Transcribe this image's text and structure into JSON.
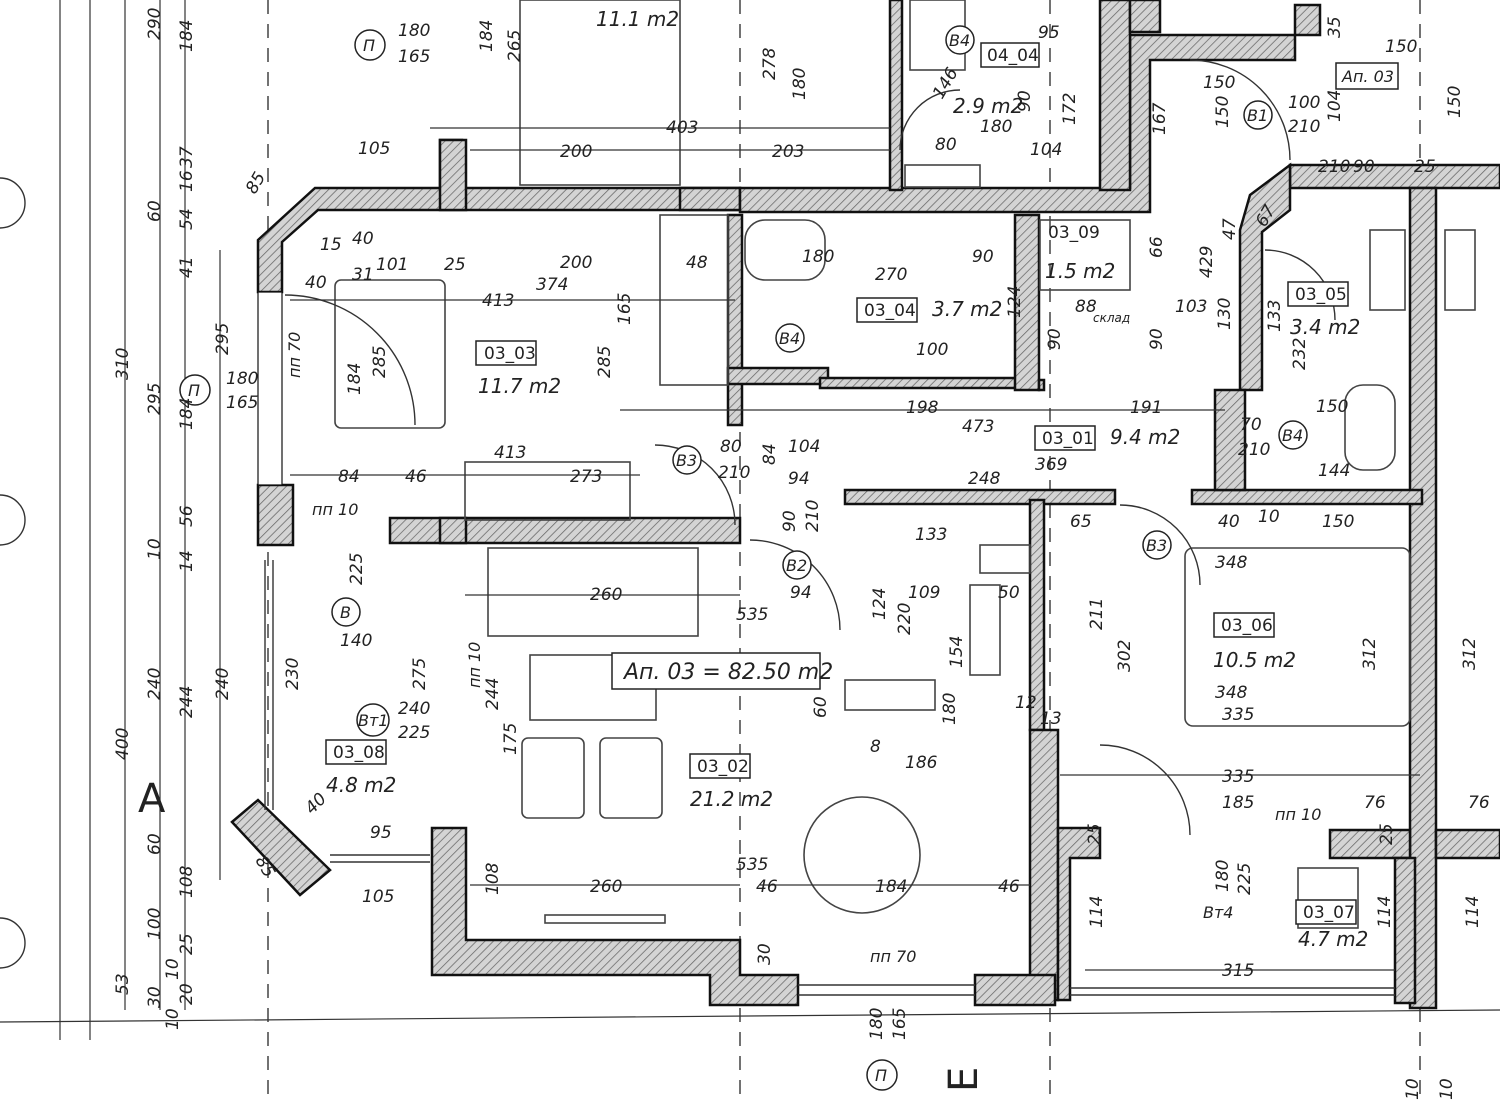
{
  "apartment_label": "Ап. 03 = 82.50 m2",
  "apartment_tag": "Ап. 03",
  "axis_labels": {
    "a": "A",
    "e": "Е"
  },
  "rooms": [
    {
      "id": "03_01",
      "area": "9.4 m2"
    },
    {
      "id": "03_02",
      "area": "21.2 m2"
    },
    {
      "id": "03_03",
      "area": "11.7 m2"
    },
    {
      "id": "03_04",
      "area": "3.7 m2"
    },
    {
      "id": "03_05",
      "area": "3.4 m2"
    },
    {
      "id": "03_06",
      "area": "10.5 m2"
    },
    {
      "id": "03_07",
      "area": "4.7 m2"
    },
    {
      "id": "03_08",
      "area": "4.8 m2"
    },
    {
      "id": "04_04",
      "area": "2.9 m2"
    },
    {
      "id": "03_09",
      "area": "1.5 m2"
    },
    {
      "id": "",
      "area": "11.1 m2"
    }
  ],
  "door_tags": {
    "b1": "B1",
    "b2": "B2",
    "b3a": "B3",
    "b3b": "B3",
    "b4a": "B4",
    "b4b": "B4",
    "b4c": "B4",
    "b": "B",
    "p1": "П",
    "p2": "П",
    "p3": "П",
    "bt1": "Вт1",
    "bt4": "Вт4"
  },
  "dims": {
    "d1": "290",
    "d2": "184",
    "d3": "60",
    "d4": "37",
    "d5": "16",
    "d6": "54",
    "d7": "41",
    "d8": "310",
    "d9": "295",
    "d10": "295",
    "d11": "184",
    "d12": "56",
    "d13": "10",
    "d14": "14",
    "d15": "400",
    "d16": "240",
    "d17": "244",
    "d18": "240",
    "d19": "60",
    "d20": "108",
    "d21": "100",
    "d22": "10",
    "d23": "25",
    "d24": "53",
    "d25": "30",
    "d26": "20",
    "d27": "10",
    "d28": "105",
    "d29": "105",
    "d30": "85",
    "d31": "85",
    "d32": "180",
    "d33": "165",
    "d34": "180",
    "d35": "165",
    "d36": "200",
    "d37": "403",
    "d38": "203",
    "d39": "200",
    "d40": "374",
    "d41": "48",
    "d42": "413",
    "d43": "101",
    "d44": "25",
    "d45": "40",
    "d46": "31",
    "d47": "15",
    "d48": "40",
    "d49": "184",
    "d50": "285",
    "d51": "285",
    "d52": "165",
    "d53": "413",
    "d54": "273",
    "d55": "84",
    "d56": "46",
    "d57": "260",
    "d58": "535",
    "d59": "260",
    "d60": "535",
    "d61": "184",
    "d62": "46",
    "d63": "46",
    "d64": "30",
    "d65": "186",
    "d66": "180",
    "d67": "12",
    "d68": "13",
    "d69": "211",
    "d70": "302",
    "d71": "348",
    "d72": "348",
    "d73": "335",
    "d74": "335",
    "d75": "185",
    "d76": "315",
    "d77": "312",
    "d78": "312",
    "d79": "150",
    "d80": "65",
    "d81": "40",
    "d82": "10",
    "d83": "248",
    "d84": "369",
    "d85": "473",
    "d86": "198",
    "d87": "191",
    "d88": "104",
    "d89": "94",
    "d90": "80",
    "d91": "210",
    "d92": "84",
    "d93": "90",
    "d94": "210",
    "d95": "94",
    "d96": "109",
    "d97": "133",
    "d98": "124",
    "d99": "220",
    "d100": "154",
    "d101": "50",
    "d102": "60",
    "d103": "8",
    "d104": "100",
    "d105": "124",
    "d106": "90",
    "d107": "90",
    "d108": "103",
    "d109": "429",
    "d110": "167",
    "d111": "150",
    "d112": "150",
    "d113": "88",
    "d114": "90",
    "d115": "66",
    "d116": "150",
    "d117": "100",
    "d118": "210",
    "d119": "104",
    "d120": "90",
    "d121": "25",
    "d122": "47",
    "d123": "67",
    "d124": "130",
    "d125": "133",
    "d126": "232",
    "d127": "150",
    "d128": "70",
    "d129": "210",
    "d130": "144",
    "d131": "76",
    "d132": "76",
    "d133": "25",
    "d134": "25",
    "d135": "180",
    "d136": "225",
    "d137": "114",
    "d138": "114",
    "d139": "114",
    "d140": "225",
    "d141": "140",
    "d142": "275",
    "d143": "230",
    "d144": "240",
    "d145": "225",
    "d146": "95",
    "d147": "40",
    "d148": "175",
    "d149": "244",
    "d150": "108",
    "d151": "180",
    "d152": "165",
    "d153": "278",
    "d154": "180",
    "d155": "265",
    "d156": "184",
    "d157": "90",
    "d158": "270",
    "d159": "180",
    "d160": "146",
    "d161": "80",
    "d162": "104",
    "d163": "172",
    "d164": "95",
    "d165": "180",
    "d166": "10",
    "d167": "10",
    "d168": "35",
    "d169": "150",
    "d170": "210"
  },
  "notes": {
    "n1": "пп 70",
    "n2": "пп 10",
    "n3": "пп 10",
    "n4": "пп 70",
    "n5": "пп 10",
    "n6": "склад"
  }
}
